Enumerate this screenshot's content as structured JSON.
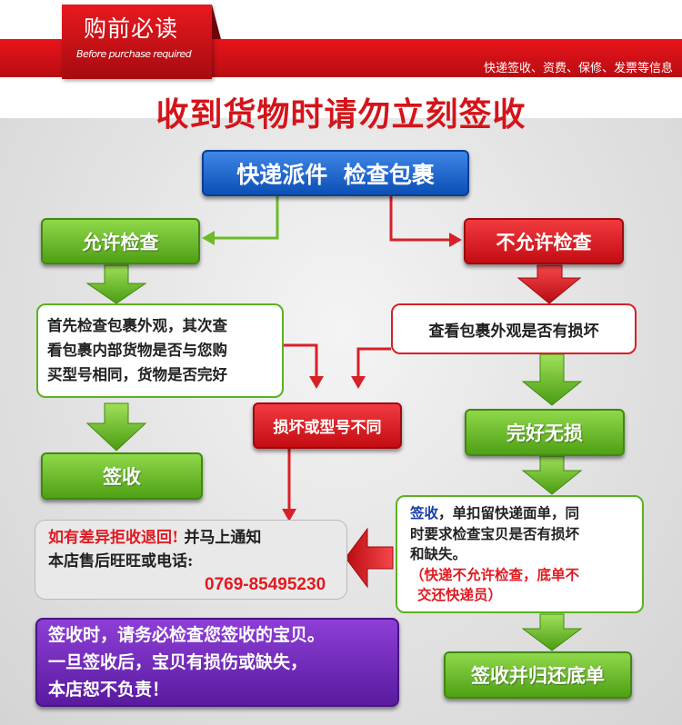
{
  "header": {
    "tab_title": "购前必读",
    "tab_subtitle": "Before purchase required",
    "right_text": "快递签收、资费、保修、发票等信息"
  },
  "main_title": "收到货物时请勿立刻签收",
  "flow": {
    "start": "快递派件  检查包裹",
    "allow_check": "允许检查",
    "disallow_check": "不允许检查",
    "allow_instructions": [
      "首先检查包裹外观，其次查",
      "看包裹内部货物是否与您购",
      "买型号相同，货物是否完好"
    ],
    "disallow_instructions": "查看包裹外观是否有损坏",
    "damaged_or_mismatch": "损坏或型号不同",
    "sign_off": "签收",
    "intact": "完好无损",
    "reject_notice": {
      "emphasis": "如有差异拒收退回!",
      "rest": " 并马上通知",
      "line2": "本店售后旺旺或电话:",
      "phone": "0769-85495230"
    },
    "sign_note": {
      "sign_word": "签收",
      "line1_rest": "，单扣留快递面单，同",
      "line2": "时要求检查宝贝是否有损坏",
      "line3": "和缺失。",
      "line4": "（快递不允许检查，底单不",
      "line5": "交还快递员）"
    },
    "warning": [
      "签收时，请务必检查您签收的宝贝。",
      "一旦签收后，宝贝有损伤或缺失，",
      "本店恕不负责！"
    ],
    "sign_return": "签收并归还底单"
  },
  "colors": {
    "brand_red": "#d4141a",
    "green": "#5bb120",
    "blue": "#0c4fb6",
    "purple": "#6a22b4",
    "note_blue": "#1a3fa8"
  }
}
